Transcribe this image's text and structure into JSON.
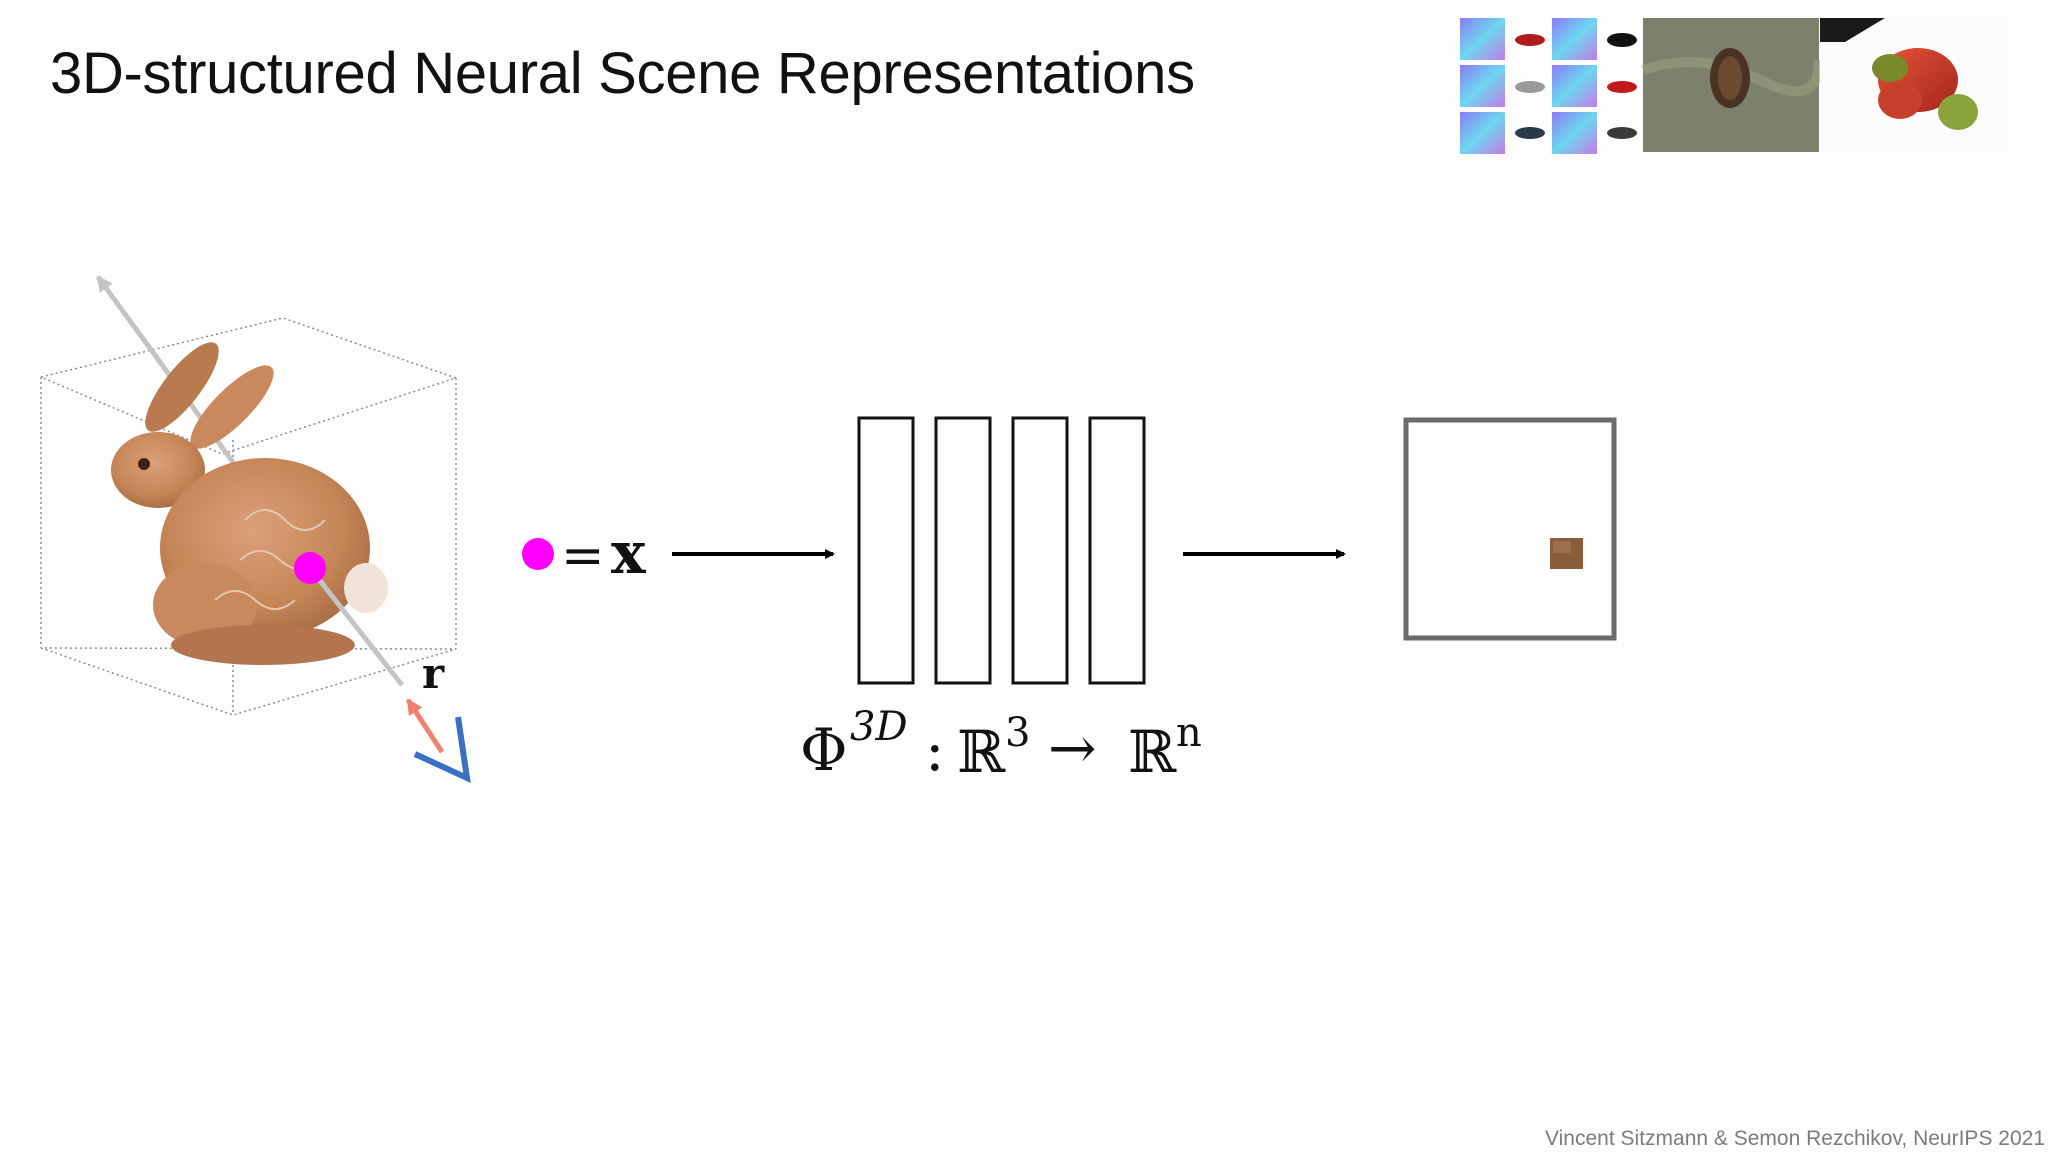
{
  "slide": {
    "title": "3D-structured Neural Scene Representations",
    "footer": "Vincent Sitzmann & Semon Rezchikov, NeurIPS 2021"
  },
  "diagram": {
    "ray_label": "r",
    "input_equals": "=",
    "input_symbol": "x",
    "network_function": {
      "symbol": "Φ",
      "superscript": "3D",
      "colon": ":",
      "domain": "ℝ",
      "domain_power": "3",
      "arrow": "→",
      "codomain": "ℝ",
      "codomain_power": "n"
    },
    "network_layer_count": 4
  },
  "colors": {
    "sample_point": "#ff00ff",
    "camera": "#3a6fc4",
    "ray_near": "#f08070",
    "ray_far": "#c4c4c4",
    "bunny": "#c98a5e",
    "output_frame": "#6b6b6b",
    "output_pixel": "#8a5e3c"
  }
}
